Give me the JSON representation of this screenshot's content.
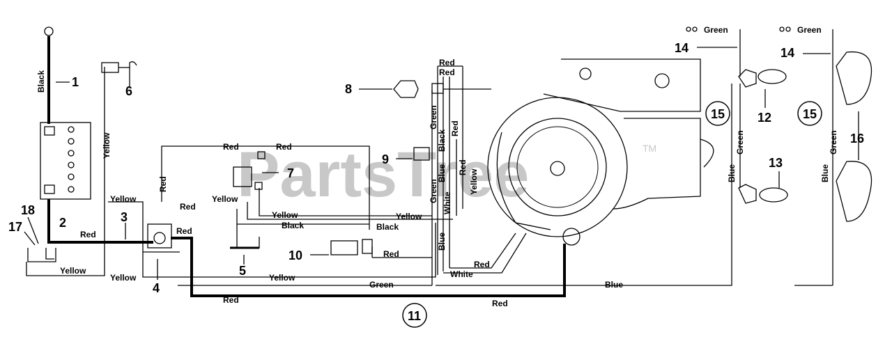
{
  "watermark": {
    "text": "PartsTree",
    "tm": "TM"
  },
  "callouts": {
    "c1": "1",
    "c2": "2",
    "c3": "3",
    "c4": "4",
    "c5": "5",
    "c6": "6",
    "c7": "7",
    "c8": "8",
    "c9": "9",
    "c10": "10",
    "c11": "11",
    "c12": "12",
    "c13": "13",
    "c14": "14",
    "c15": "15",
    "c16": "16",
    "c17": "17",
    "c18": "18"
  },
  "wires": {
    "black": "Black",
    "red": "Red",
    "yellow": "Yellow",
    "green": "Green",
    "blue": "Blue",
    "white": "White"
  },
  "colors": {
    "line": "#000000",
    "watermark": "#c8c8c8"
  }
}
